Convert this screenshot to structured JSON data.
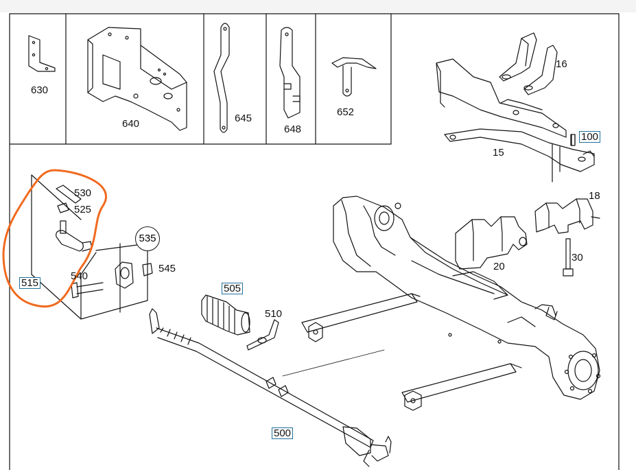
{
  "diagram": {
    "colors": {
      "line": "#111111",
      "highlight_box": "#1f6f9b",
      "annotation": "#f06a1f",
      "background": "#ffffff"
    },
    "labels": {
      "p630": "630",
      "p640": "640",
      "p645": "645",
      "p648": "648",
      "p652": "652",
      "p16": "16",
      "p100": "100",
      "p15": "15",
      "p18": "18",
      "p20": "20",
      "p30": "30",
      "p530": "530",
      "p525": "525",
      "p535": "535",
      "p545": "545",
      "p540": "540",
      "p515": "515",
      "p505": "505",
      "p510": "510",
      "p500": "500"
    }
  }
}
